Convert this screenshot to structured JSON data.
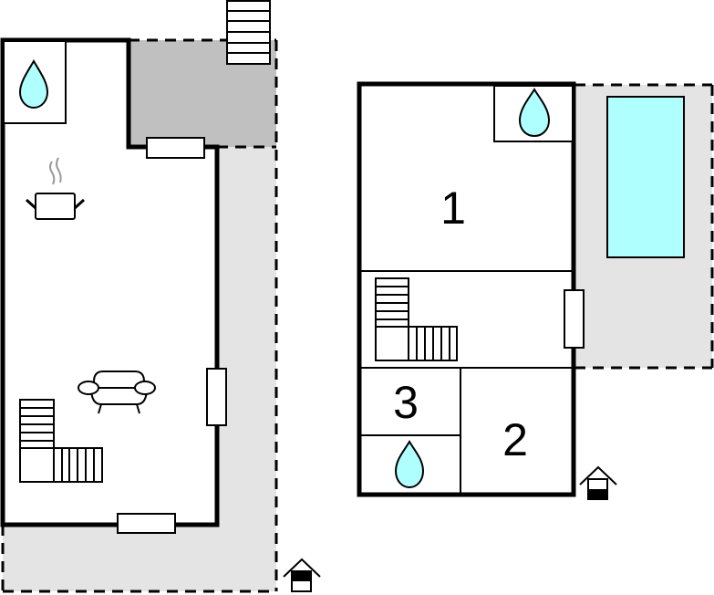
{
  "colors": {
    "wall": "#000000",
    "terrace_dark": "#c0c0c0",
    "terrace_light": "#e4e4e4",
    "water": "#b0ffff",
    "background": "#ffffff",
    "steam": "#999999"
  },
  "ground_floor": {
    "icons": [
      "water-drop-icon",
      "cooking-pot-icon",
      "sofa-icon",
      "staircase-icon",
      "entrance-icon"
    ],
    "areas": [
      "bathroom",
      "kitchen-living",
      "covered-terrace",
      "terrace",
      "outdoor-stairs"
    ]
  },
  "upper_floor": {
    "rooms": [
      {
        "id": "room-1",
        "label": "1"
      },
      {
        "id": "room-2",
        "label": "2"
      },
      {
        "id": "room-3",
        "label": "3"
      }
    ],
    "icons": [
      "water-drop-icon",
      "water-drop-icon",
      "staircase-icon",
      "pool-icon",
      "entrance-icon"
    ],
    "areas": [
      "bedroom-1",
      "bedroom-2",
      "bedroom-3",
      "bathroom",
      "bathroom",
      "hallway",
      "pool-terrace"
    ]
  }
}
